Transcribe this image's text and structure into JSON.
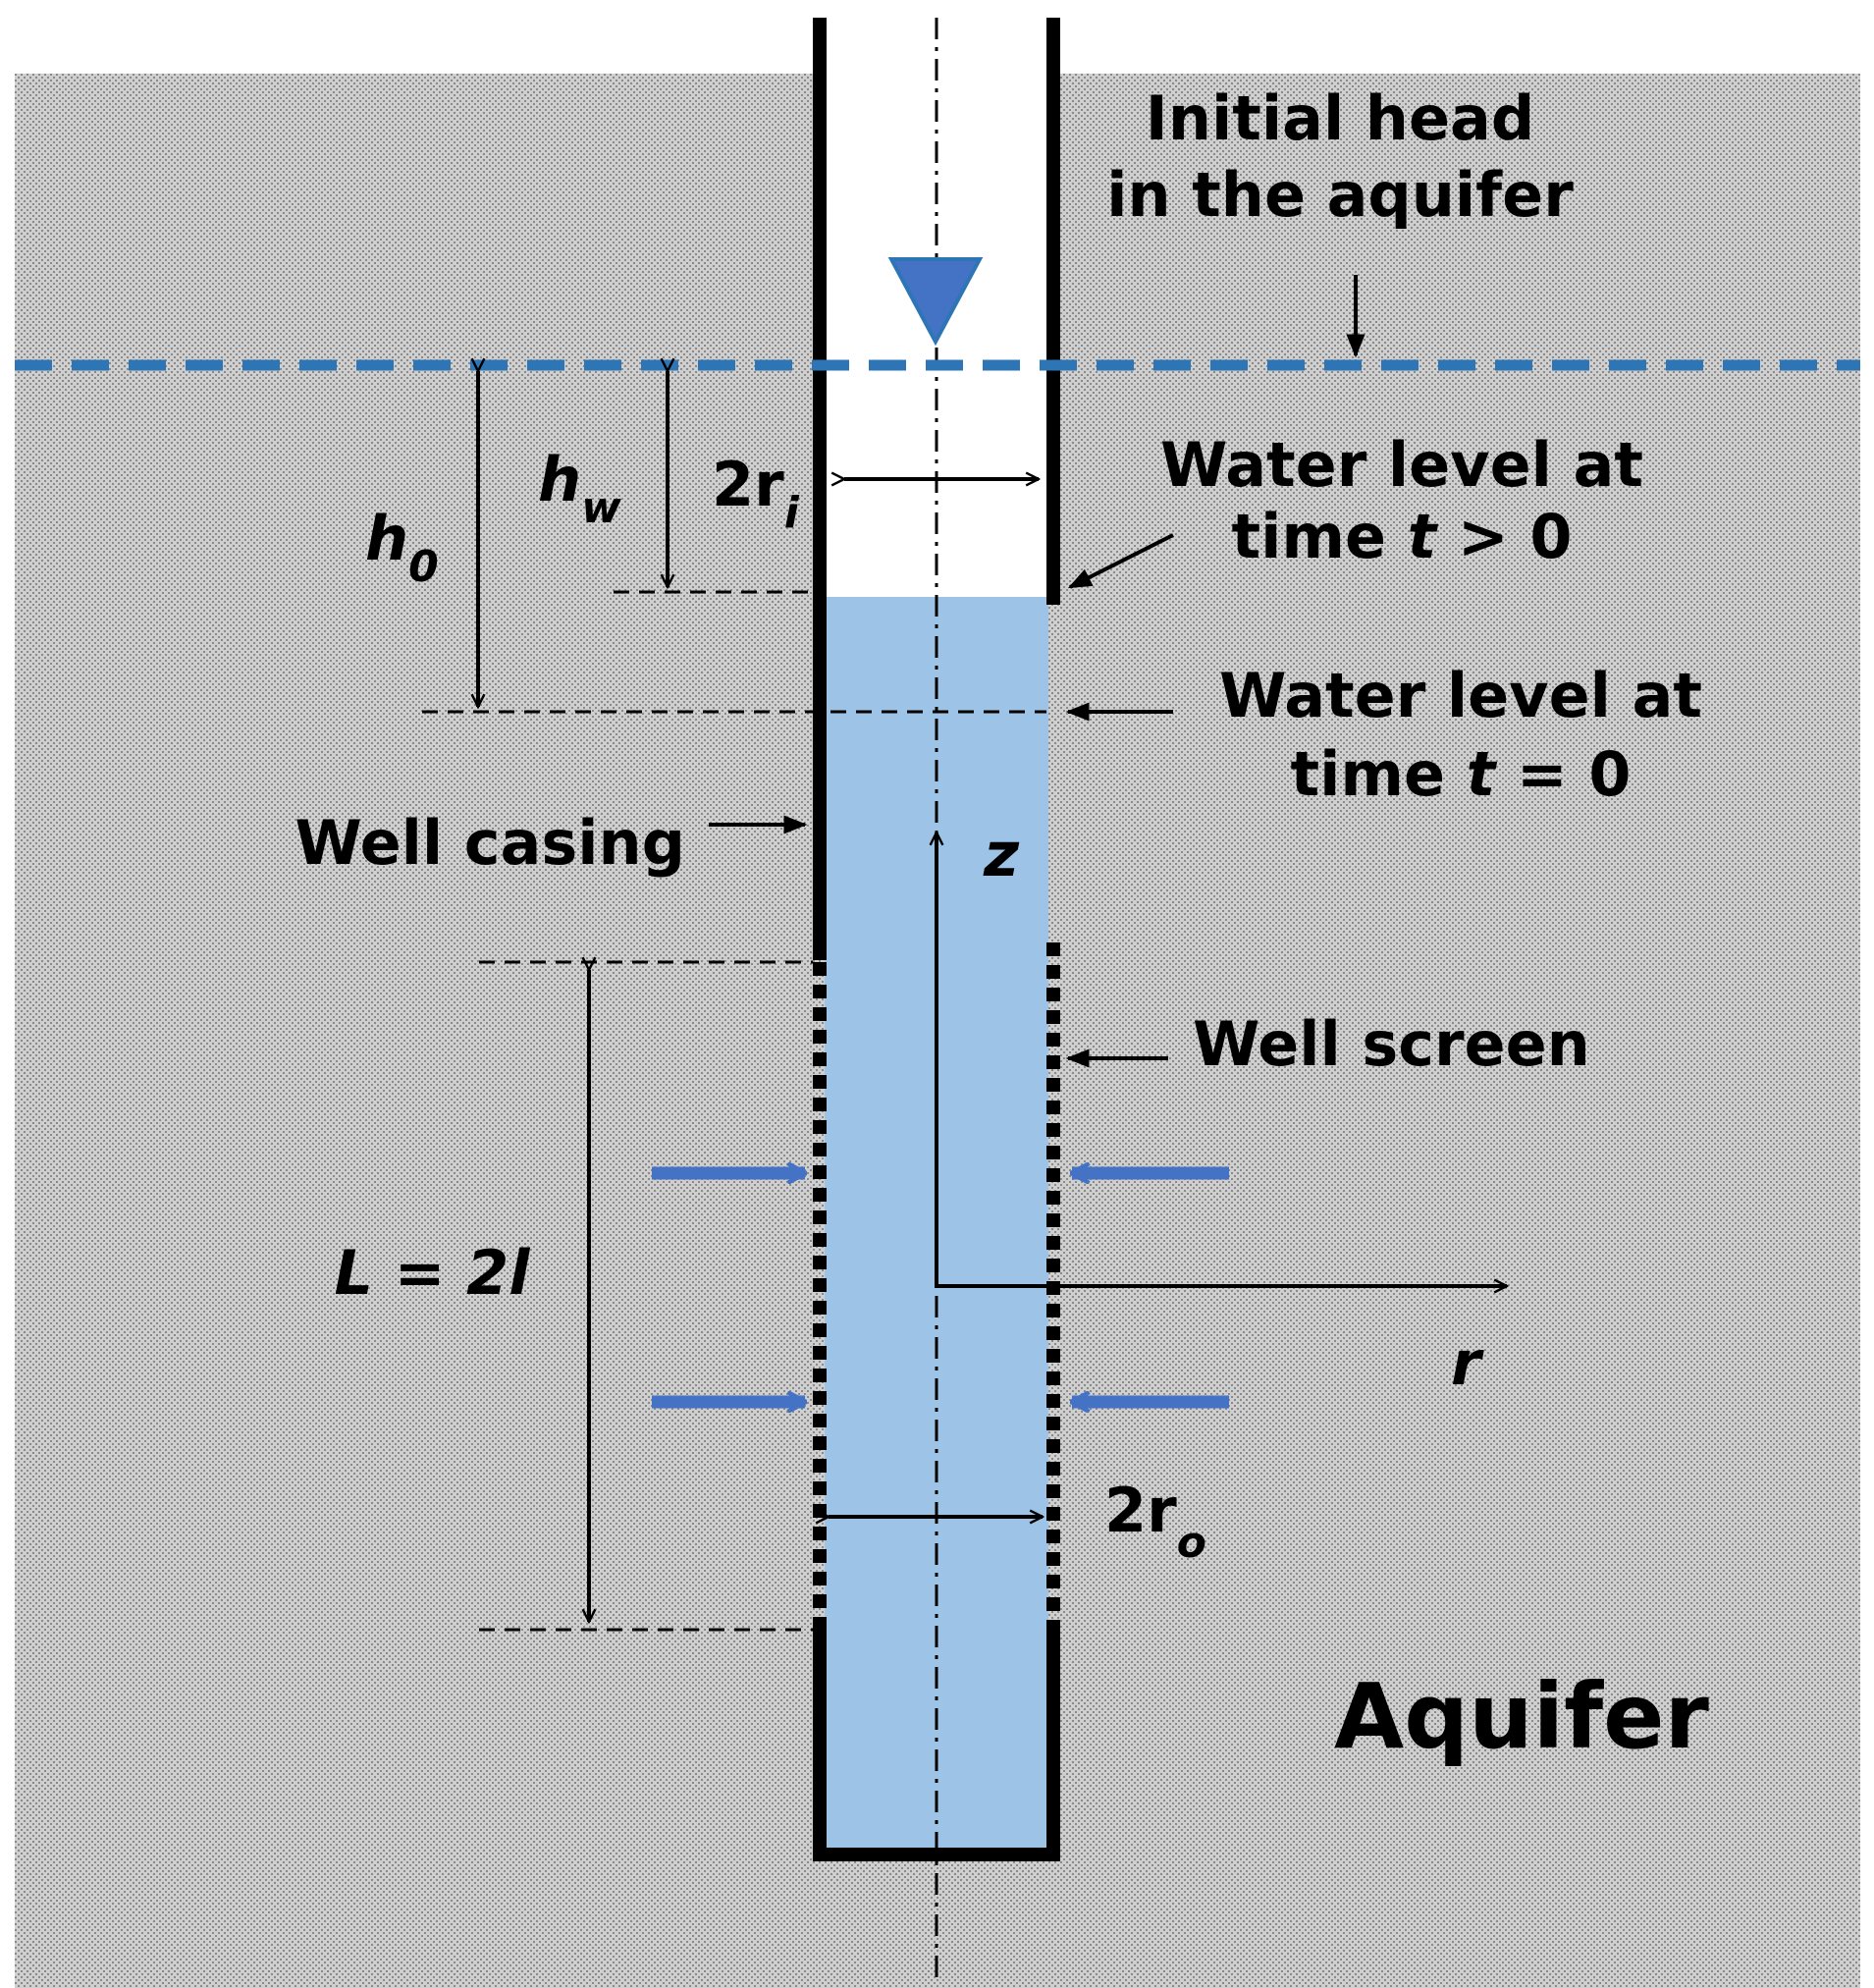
{
  "labels": {
    "initial_head_line1": "Initial head",
    "initial_head_line2": "in the aquifer",
    "water_level_t_gt0_line1": "Water level at",
    "water_level_t_gt0_line2_pre": "time ",
    "water_level_t_gt0_var": "t",
    "water_level_t_gt0_line2_post": " > 0",
    "water_level_t0_line1": "Water level at",
    "water_level_t0_line2_pre": "time ",
    "water_level_t0_var": "t",
    "water_level_t0_line2_post": " = 0",
    "well_casing": "Well casing",
    "well_screen": "Well screen",
    "aquifer": "Aquifer",
    "h0_main": "h",
    "h0_sub": "0",
    "hw_main": "h",
    "hw_sub": "w",
    "two_ri_main": "2r",
    "two_ri_sub": "i",
    "two_ro_main": "2r",
    "two_ro_sub": "o",
    "z_axis": "z",
    "r_axis": "r",
    "screen_length": "L = 2l"
  },
  "colors": {
    "aquifer_texture_bg": "#cfcfcf",
    "aquifer_texture_dot": "#8a8a8a",
    "water": "#9dc3e6",
    "head_line": "#2e75b6",
    "flow_arrow": "#4472c4",
    "water_table_symbol": "#4472c4",
    "casing": "#000000"
  },
  "icons": {
    "water_table_marker": "inverted-triangle-icon"
  }
}
